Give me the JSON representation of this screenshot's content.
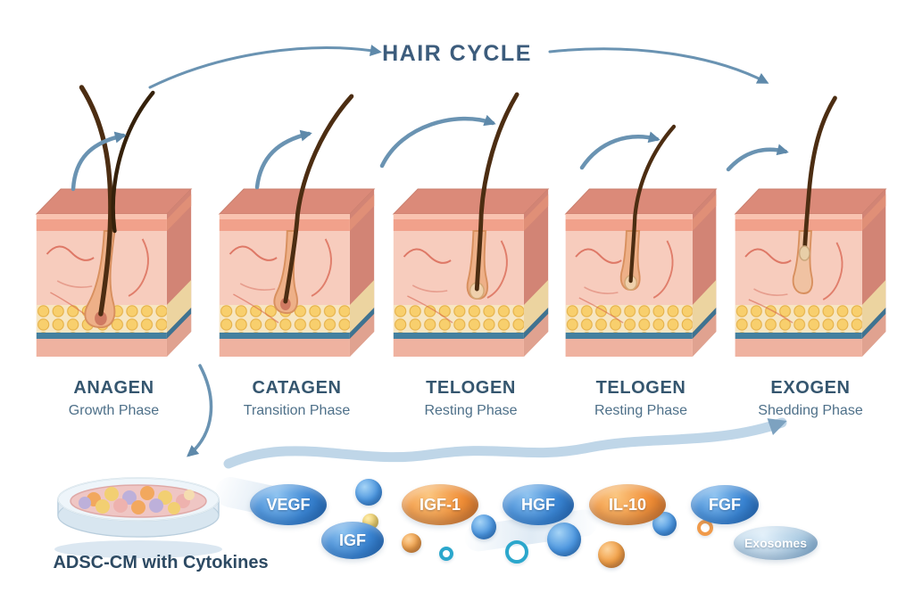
{
  "title": "HAIR CYCLE",
  "phases": [
    {
      "name": "ANAGEN",
      "subtitle": "Growth Phase"
    },
    {
      "name": "CATAGEN",
      "subtitle": "Transition Phase"
    },
    {
      "name": "TELOGEN",
      "subtitle": "Resting Phase"
    },
    {
      "name": "TELOGEN",
      "subtitle": "Resting Phase"
    },
    {
      "name": "EXOGEN",
      "subtitle": "Shedding Phase"
    }
  ],
  "dish": {
    "label": "ADSC-CM with Cytokines"
  },
  "factors": [
    {
      "label": "VEGF",
      "color": "#3b86d4"
    },
    {
      "label": "IGF",
      "color": "#3b86d4"
    },
    {
      "label": "IGF-1",
      "color": "#f1913a"
    },
    {
      "label": "HGF",
      "color": "#3b86d4"
    },
    {
      "label": "IL-10",
      "color": "#f1913a"
    },
    {
      "label": "FGF",
      "color": "#3b86d4"
    },
    {
      "label": "Exosomes",
      "color": "#aecde4"
    }
  ],
  "colors": {
    "title": "#3c5c7c",
    "phase_name": "#35566f",
    "phase_subtitle": "#4e7089",
    "arrow": "#6a93b2",
    "ribbon": "#b9d2e6",
    "skin_top": "#db8a79",
    "epidermis": "#f1a18b",
    "dermis": "#f7ccbd",
    "fat": "#f8cf6d",
    "teal_layer": "#44809f",
    "hair": "#4c2d12"
  },
  "decor_molecules": {
    "blue_ball": "#3f89d6",
    "orange_ball": "#f09a3e",
    "yellow_ball": "#f0cc5e",
    "teal_ring": "#2ba7cc",
    "orange_ring": "#f09a4a"
  }
}
